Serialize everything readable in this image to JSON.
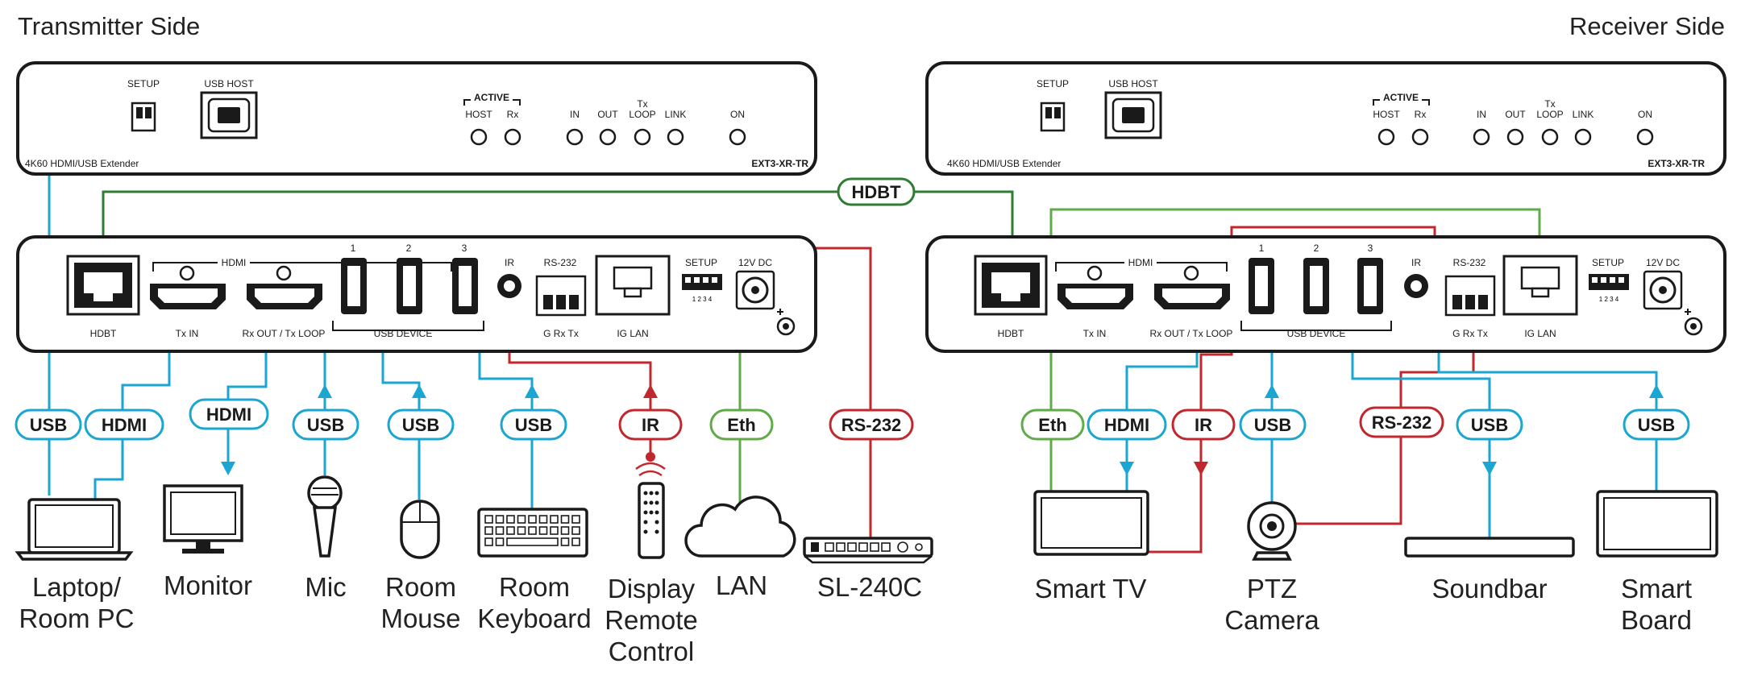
{
  "headings": {
    "transmitter": "Transmitter Side",
    "receiver": "Receiver Side"
  },
  "colors": {
    "usb": "#1aa6d0",
    "hdbt": "#2e7d32",
    "eth": "#5fab48",
    "ir": "#c0282d",
    "rs232": "#c0282d",
    "outline": "#1a1a1a"
  },
  "transmitter": {
    "front": {
      "setup": "SETUP",
      "usb_host": "USB HOST",
      "active": "ACTIVE",
      "host": "HOST",
      "rx": "Rx",
      "in": "IN",
      "out": "OUT",
      "tx_loop_1": "Tx",
      "tx_loop_2": "LOOP",
      "link": "LINK",
      "on": "ON",
      "product": "4K60 HDMI/USB Extender",
      "model": "EXT3-XR-TR"
    },
    "rear": {
      "hdmi": "HDMI",
      "hdbt": "HDBT",
      "tx_in": "Tx IN",
      "rx_out": "Rx OUT / Tx LOOP",
      "usb_1": "1",
      "usb_2": "2",
      "usb_3": "3",
      "usb_device": "USB DEVICE",
      "ir": "IR",
      "rs232": "RS-232",
      "rs232_pins": "G Rx Tx",
      "ig_lan": "IG LAN",
      "setup": "SETUP",
      "dip": "1 2 3 4",
      "power": "12V DC"
    }
  },
  "receiver": {
    "front": {
      "setup": "SETUP",
      "usb_host": "USB HOST",
      "active": "ACTIVE",
      "host": "HOST",
      "rx": "Rx",
      "in": "IN",
      "out": "OUT",
      "tx_loop_1": "Tx",
      "tx_loop_2": "LOOP",
      "link": "LINK",
      "on": "ON",
      "product": "4K60 HDMI/USB Extender",
      "model": "EXT3-XR-TR"
    },
    "rear": {
      "hdmi": "HDMI",
      "hdbt": "HDBT",
      "tx_in": "Tx IN",
      "rx_out": "Rx OUT / Tx LOOP",
      "usb_1": "1",
      "usb_2": "2",
      "usb_3": "3",
      "usb_device": "USB DEVICE",
      "ir": "IR",
      "rs232": "RS-232",
      "rs232_pins": "G Rx Tx",
      "ig_lan": "IG LAN",
      "setup": "SETUP",
      "dip": "1 2 3 4",
      "power": "12V DC"
    }
  },
  "link": {
    "hdbt": "HDBT"
  },
  "tx_pills": {
    "usb_pc": "USB",
    "hdmi_pc": "HDMI",
    "hdmi_mon": "HDMI",
    "usb_mic": "USB",
    "usb_mouse": "USB",
    "usb_kbd": "USB",
    "ir": "IR",
    "eth": "Eth",
    "rs232": "RS-232"
  },
  "rx_pills": {
    "eth": "Eth",
    "hdmi": "HDMI",
    "ir": "IR",
    "usb_cam": "USB",
    "rs232": "RS-232",
    "usb_sb": "USB",
    "usb_board": "USB"
  },
  "devices": {
    "laptop": [
      "Laptop/",
      "Room PC"
    ],
    "monitor": [
      "Monitor"
    ],
    "mic": [
      "Mic"
    ],
    "mouse": [
      "Room",
      "Mouse"
    ],
    "keyboard": [
      "Room",
      "Keyboard"
    ],
    "remote": [
      "Display",
      "Remote",
      "Control"
    ],
    "lan": [
      "LAN"
    ],
    "sl240c": [
      "SL-240C"
    ],
    "smart_tv": [
      "Smart TV"
    ],
    "ptz": [
      "PTZ",
      "Camera"
    ],
    "soundbar": [
      "Soundbar"
    ],
    "smart_board": [
      "Smart",
      "Board"
    ]
  }
}
